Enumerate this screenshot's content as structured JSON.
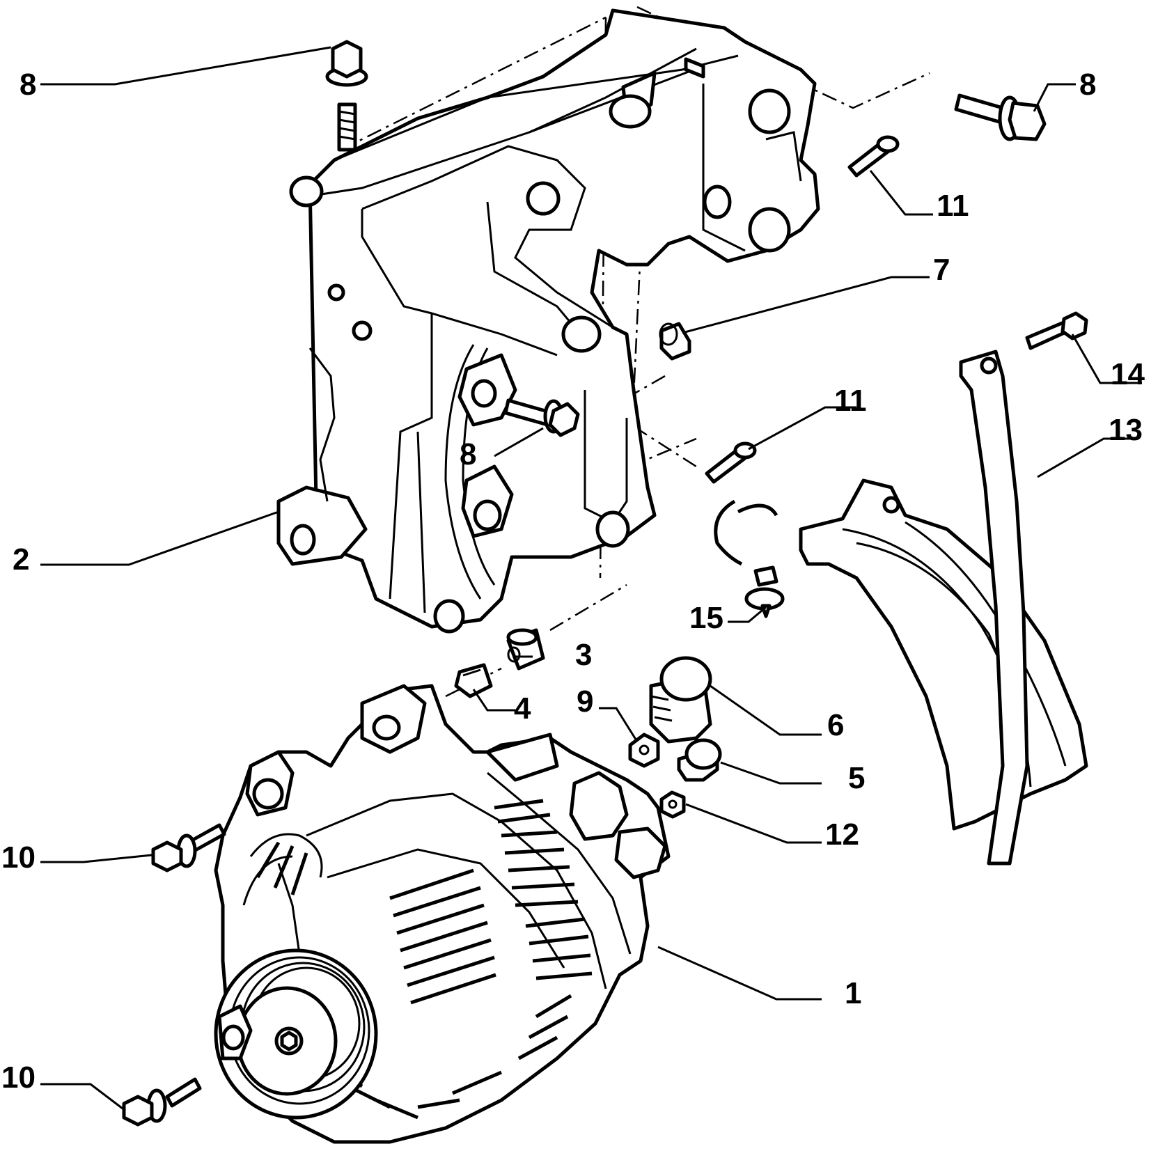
{
  "diagram": {
    "callouts": [
      {
        "id": "c8a",
        "label": "8"
      },
      {
        "id": "c8b",
        "label": "8"
      },
      {
        "id": "c11a",
        "label": "11"
      },
      {
        "id": "c7",
        "label": "7"
      },
      {
        "id": "c14",
        "label": "14"
      },
      {
        "id": "c11b",
        "label": "11"
      },
      {
        "id": "c13",
        "label": "13"
      },
      {
        "id": "c8c",
        "label": "8"
      },
      {
        "id": "c2",
        "label": "2"
      },
      {
        "id": "c15",
        "label": "15"
      },
      {
        "id": "c3",
        "label": "3"
      },
      {
        "id": "c4",
        "label": "4"
      },
      {
        "id": "c9",
        "label": "9"
      },
      {
        "id": "c6",
        "label": "6"
      },
      {
        "id": "c5",
        "label": "5"
      },
      {
        "id": "c12",
        "label": "12"
      },
      {
        "id": "c10a",
        "label": "10"
      },
      {
        "id": "c1",
        "label": "1"
      },
      {
        "id": "c10b",
        "label": "10"
      }
    ]
  }
}
